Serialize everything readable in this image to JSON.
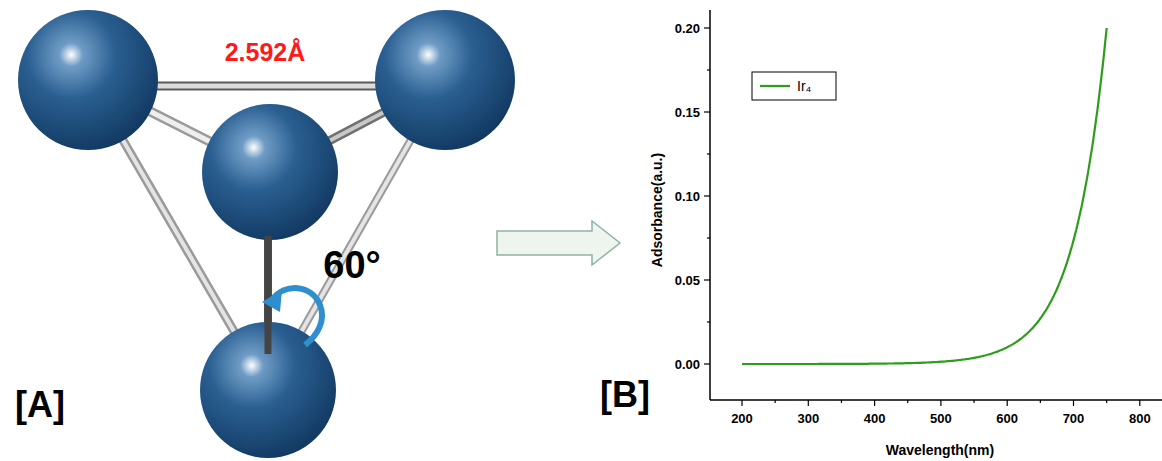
{
  "diagram": {
    "labels": [
      "2.592Å",
      "60°",
      "[A]",
      "[B]",
      "Adsorbance(a.u.)",
      "Wavelength(nm)",
      "0.00",
      "0.05",
      "0.10",
      "0.15",
      "0.20",
      "200",
      "300",
      "400",
      "500",
      "600",
      "700",
      "800"
    ],
    "legend": [
      {
        "text": "Ir₄"
      }
    ]
  }
}
